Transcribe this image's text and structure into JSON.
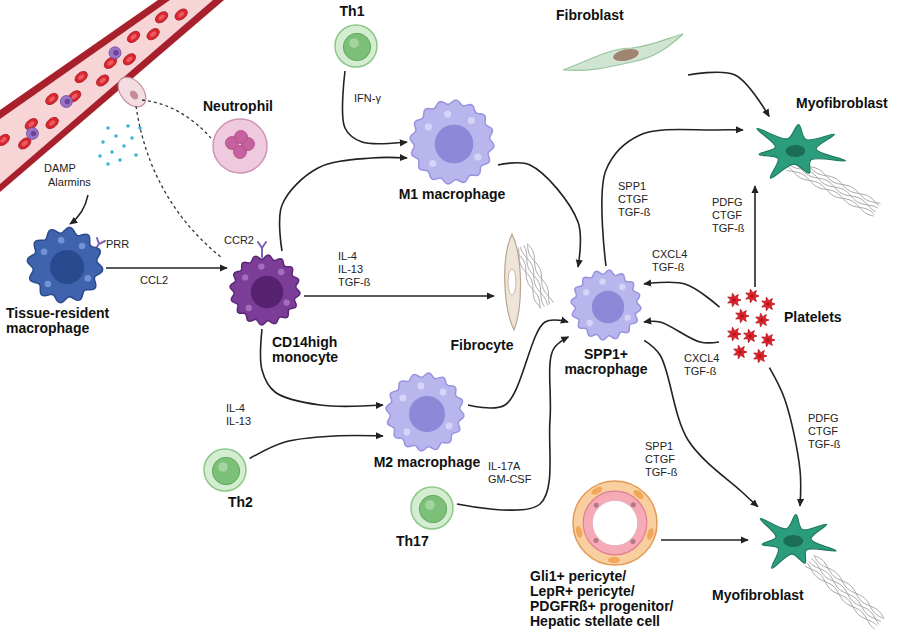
{
  "diagram": {
    "nodes": [
      {
        "text": [
          "Th1"
        ]
      },
      {
        "text": [
          "Fibroblast"
        ]
      },
      {
        "text": [
          "Neutrophil"
        ]
      },
      {
        "text": [
          "Myofibroblast"
        ]
      },
      {
        "text": [
          "M1 macrophage"
        ]
      },
      {
        "text": [
          "Tissue-resident macrophage"
        ]
      },
      {
        "text": [
          "CD14high monocyte"
        ]
      },
      {
        "text": [
          "Fibrocyte"
        ]
      },
      {
        "text": [
          "SPP1+ macrophage"
        ]
      },
      {
        "text": [
          "Platelets"
        ]
      },
      {
        "text": [
          "M2 macrophage"
        ]
      },
      {
        "text": [
          "Th2"
        ]
      },
      {
        "text": [
          "Th17"
        ]
      },
      {
        "text": [
          "Gli1+ pericyte/ LepR+ pericyte/ PDGFRß+ progenitor/ Hepatic stellate cell"
        ]
      },
      {
        "text": [
          "Myofibroblast"
        ]
      }
    ],
    "edges": [
      {
        "from": 5,
        "to": 6,
        "label": "CCL2",
        "arrow": "to"
      },
      {
        "from": 0,
        "to": 4,
        "label": "IFN-γ",
        "arrow": "to"
      },
      {
        "from": 6,
        "to": 4,
        "arrow": "to"
      },
      {
        "from": 6,
        "to": 7,
        "label": "IL-4 IL-13 TGF-ß",
        "arrow": "to"
      },
      {
        "from": 6,
        "to": 10,
        "arrow": "to"
      },
      {
        "from": 11,
        "to": 10,
        "label": "IL-4 IL-13",
        "arrow": "to"
      },
      {
        "from": 4,
        "to": 8,
        "arrow": "to"
      },
      {
        "from": 10,
        "to": 8,
        "arrow": "to"
      },
      {
        "from": 12,
        "to": 8,
        "label": "IL-17A GM-CSF",
        "arrow": "to"
      },
      {
        "from": 8,
        "to": 3,
        "label": "SPP1 CTGF TGF-ß",
        "arrow": "to"
      },
      {
        "from": 1,
        "to": 3,
        "arrow": "to"
      },
      {
        "from": 9,
        "to": 3,
        "label": "PDFG CTGF TGF-ß",
        "arrow": "to"
      },
      {
        "from": 9,
        "to": 8,
        "label": "CXCL4 TGF-ß",
        "arrow": "to"
      },
      {
        "from": 9,
        "to": 8,
        "label": "CXCL4 TGF-ß",
        "arrow": "to"
      },
      {
        "from": 8,
        "to": 14,
        "label": "SPP1 CTGF TGF-ß",
        "arrow": "to"
      },
      {
        "from": 9,
        "to": 14,
        "label": "PDFG CTGF TGF-ß",
        "arrow": "to"
      },
      {
        "from": 13,
        "to": 14,
        "arrow": "to"
      }
    ],
    "labels": [
      "DAMP",
      "Alarmins",
      "PRR",
      "CCR2"
    ]
  }
}
